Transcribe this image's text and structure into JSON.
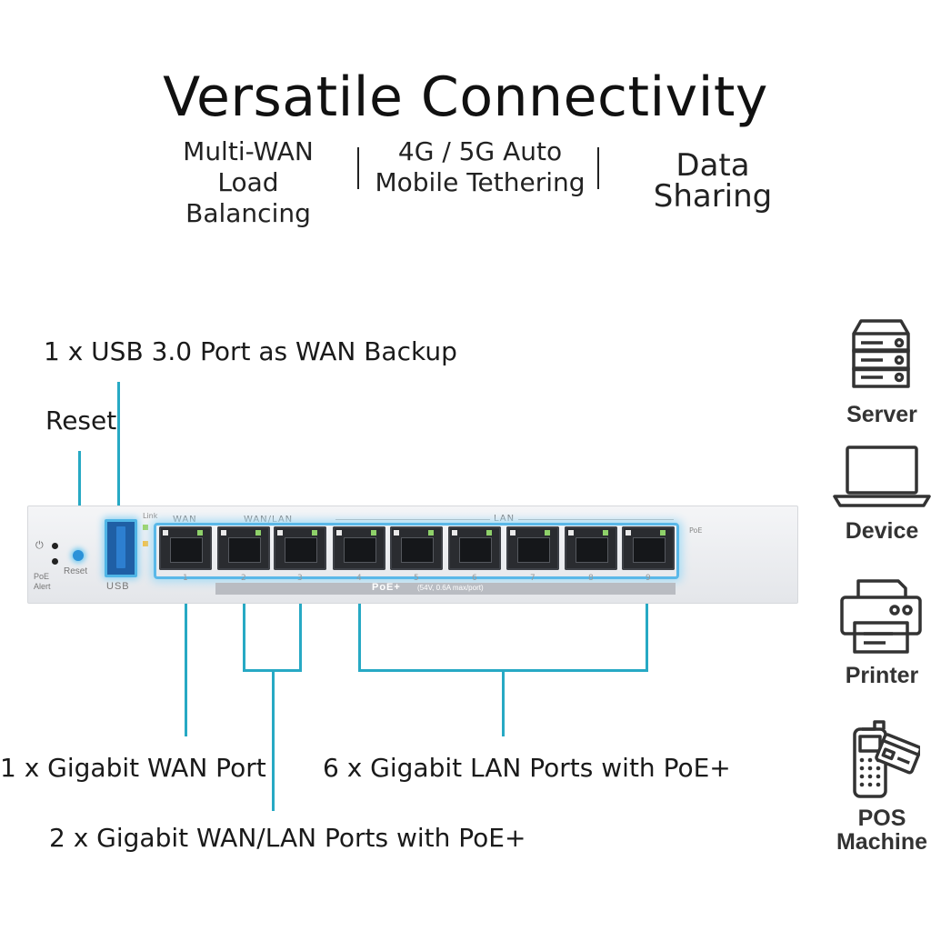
{
  "title": "Versatile Connectivity",
  "features": [
    {
      "line1": "Multi-WAN",
      "line2": "Load Balancing"
    },
    {
      "line1": "4G / 5G Auto",
      "line2": "Mobile Tethering"
    },
    {
      "line1": "Data Sharing"
    }
  ],
  "callouts": {
    "usb": "1 x USB 3.0 Port as WAN Backup",
    "reset": "Reset",
    "wan": "1 x Gigabit WAN Port",
    "wanlan": "2 x Gigabit WAN/LAN Ports with PoE+",
    "lan": "6 x Gigabit LAN Ports with PoE+"
  },
  "panel": {
    "power_alert": "PoE\nAlert",
    "reset": "Reset",
    "usb": "USB",
    "link": "Link",
    "wan": "WAN",
    "wanlan": "WAN/LAN",
    "lan": "LAN",
    "poe": "PoE",
    "poe_bar": "PoE+",
    "poe_spec": "(54V, 0.6A max/port)",
    "port_numbers": [
      "1",
      "2",
      "3",
      "4",
      "5",
      "6",
      "7",
      "8",
      "9"
    ]
  },
  "devices": [
    {
      "label": "Server",
      "icon": "server-icon"
    },
    {
      "label": "Device",
      "icon": "laptop-icon"
    },
    {
      "label": "Printer",
      "icon": "printer-icon"
    },
    {
      "label": "POS Machine",
      "icon": "pos-terminal-icon"
    }
  ],
  "colors": {
    "accent": "#27a9c4",
    "port_glow": "#5ab8e8"
  }
}
